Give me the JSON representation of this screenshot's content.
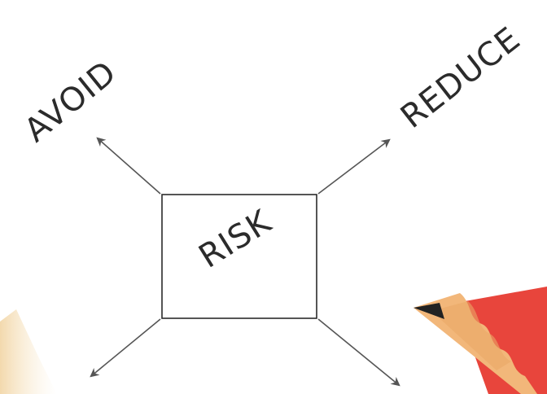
{
  "diagram": {
    "center_label": "RISK",
    "strategies": {
      "avoid": "AVOID",
      "reduce": "REDUCE"
    },
    "colors": {
      "ink": "#2b2b2b",
      "arrow": "#555555",
      "paper_shade": "#f6e2bd",
      "pencil_wood": "#f2b77a",
      "pencil_body": "#e8453c",
      "pencil_tip": "#222222"
    }
  }
}
